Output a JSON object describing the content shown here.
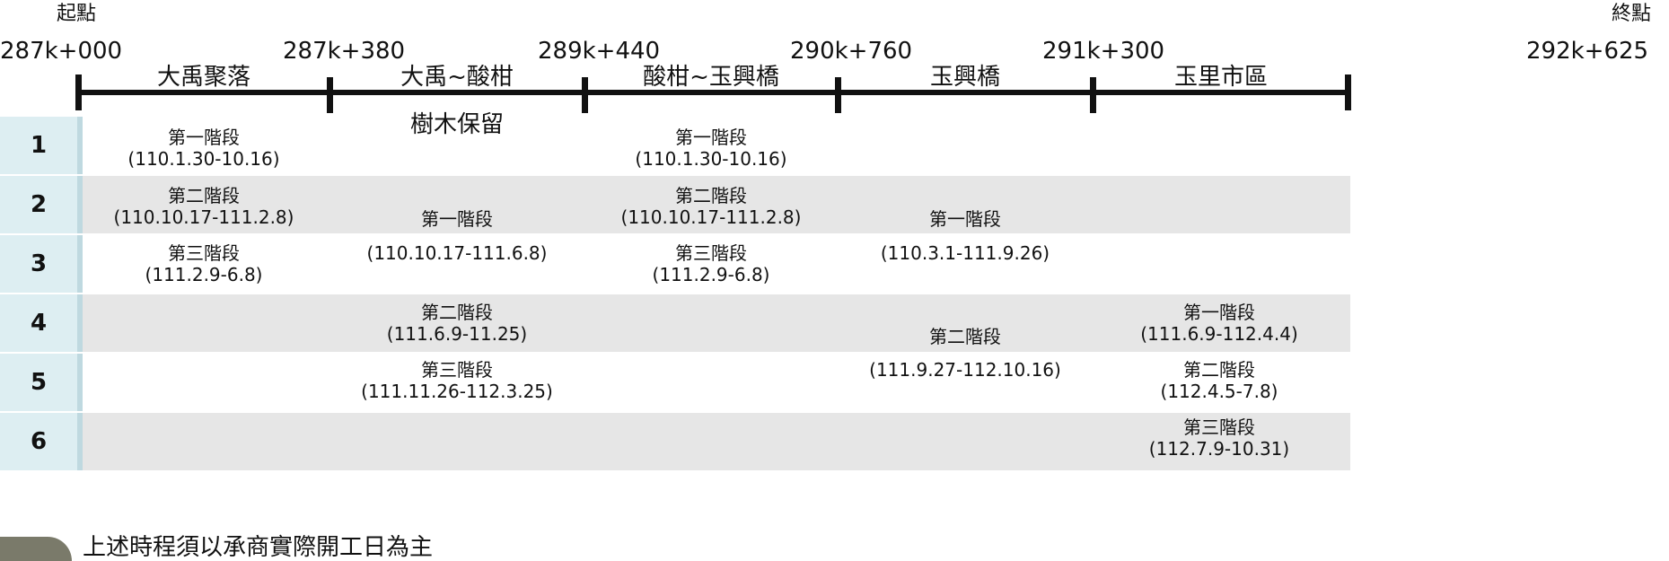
{
  "header": {
    "start_label": "起點",
    "end_label": "終點"
  },
  "milestones": [
    "287k+000",
    "287k+380",
    "289k+440",
    "290k+760",
    "291k+300",
    "292k+625"
  ],
  "segments": [
    "大禹聚落",
    "大禹~酸柑",
    "酸柑~玉興橋",
    "玉興橋",
    "玉里市區"
  ],
  "segment_note": "樹木保留",
  "row_numbers": [
    "1",
    "2",
    "3",
    "4",
    "5",
    "6"
  ],
  "phases": {
    "dayu": [
      {
        "name": "第一階段",
        "dates": "(110.1.30-10.16)"
      },
      {
        "name": "第二階段",
        "dates": "(110.10.17-111.2.8)"
      },
      {
        "name": "第三階段",
        "dates": "(111.2.9-6.8)"
      }
    ],
    "dayu_suangan": [
      {
        "name": "第一階段",
        "dates": "(110.10.17-111.6.8)"
      },
      {
        "name": "第二階段",
        "dates": "(111.6.9-11.25)"
      },
      {
        "name": "第三階段",
        "dates": "(111.11.26-112.3.25)"
      }
    ],
    "suangan_yuxing": [
      {
        "name": "第一階段",
        "dates": "(110.1.30-10.16)"
      },
      {
        "name": "第二階段",
        "dates": "(110.10.17-111.2.8)"
      },
      {
        "name": "第三階段",
        "dates": "(111.2.9-6.8)"
      }
    ],
    "yuxing_bridge": [
      {
        "name": "第一階段",
        "dates": "(110.3.1-111.9.26)"
      },
      {
        "name": "第二階段",
        "dates": "(111.9.27-112.10.16)"
      }
    ],
    "yuli_city": [
      {
        "name": "第一階段",
        "dates": "(111.6.9-112.4.4)"
      },
      {
        "name": "第二階段",
        "dates": "(112.4.5-7.8)"
      },
      {
        "name": "第三階段",
        "dates": "(112.7.9-10.31)"
      }
    ]
  },
  "footer_note": "上述時程須以承商實際開工日為主"
}
